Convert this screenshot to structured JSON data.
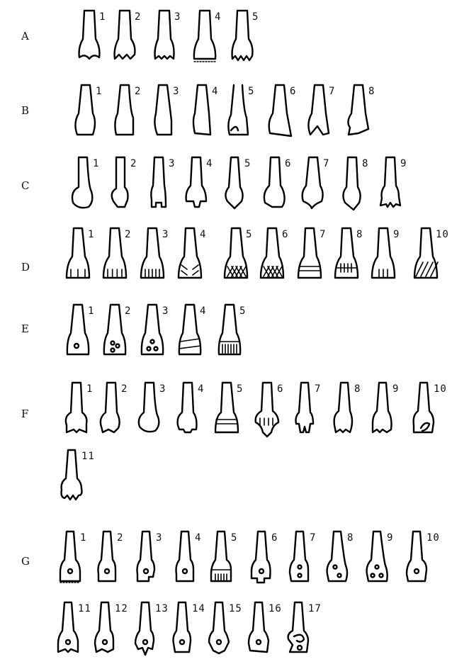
{
  "figure": {
    "rows": [
      {
        "label": "A",
        "types": [
          "1",
          "2",
          "3",
          "4",
          "5"
        ]
      },
      {
        "label": "B",
        "types": [
          "1",
          "2",
          "3",
          "4",
          "5",
          "6",
          "7",
          "8"
        ]
      },
      {
        "label": "C",
        "types": [
          "1",
          "2",
          "3",
          "4",
          "5",
          "6",
          "7",
          "8",
          "9"
        ]
      },
      {
        "label": "D",
        "types": [
          "1",
          "2",
          "3",
          "4",
          "5",
          "6",
          "7",
          "8",
          "9",
          "10"
        ]
      },
      {
        "label": "E",
        "types": [
          "1",
          "2",
          "3",
          "4",
          "5"
        ]
      },
      {
        "label": "F",
        "types": [
          "1",
          "2",
          "3",
          "4",
          "5",
          "6",
          "7",
          "8",
          "9",
          "10",
          "11"
        ]
      },
      {
        "label": "G",
        "types": [
          "1",
          "2",
          "3",
          "4",
          "5",
          "6",
          "7",
          "8",
          "9",
          "10",
          "11",
          "12",
          "13",
          "14",
          "15",
          "16",
          "17"
        ]
      }
    ]
  }
}
